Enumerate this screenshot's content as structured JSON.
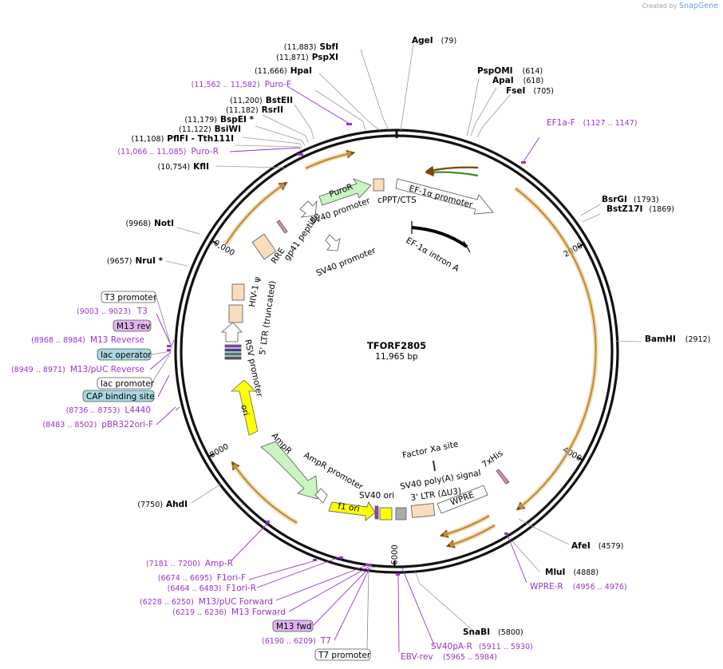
{
  "brand": {
    "prefix": "Created by",
    "name": "SnapGene"
  },
  "plasmid": {
    "name": "TFORF2805",
    "size": "11,965 bp"
  },
  "ticks": [
    {
      "label": "2000",
      "pos": 2000
    },
    {
      "label": "4000",
      "pos": 4000
    },
    {
      "label": "6000",
      "pos": 6000
    },
    {
      "label": "8000",
      "pos": 8000
    },
    {
      "label": "10,000",
      "pos": 10000
    }
  ],
  "enzymes": [
    {
      "name": "SbfI",
      "pos": "(11,883)"
    },
    {
      "name": "AgeI",
      "pos": "(79)"
    },
    {
      "name": "PspXI",
      "pos": "(11,871)"
    },
    {
      "name": "HpaI",
      "pos": "(11,666)"
    },
    {
      "name": "PspOMI",
      "pos": "(614)"
    },
    {
      "name": "ApaI",
      "pos": "(618)"
    },
    {
      "name": "FseI",
      "pos": "(705)"
    },
    {
      "name": "BstEII",
      "pos": "(11,200)"
    },
    {
      "name": "RsrII",
      "pos": "(11,182)"
    },
    {
      "name": "BspEI *",
      "pos": "(11,179)"
    },
    {
      "name": "BsiWI",
      "pos": "(11,122)"
    },
    {
      "name": "PflFI - Tth111I",
      "pos": "(11,108)"
    },
    {
      "name": "KflI",
      "pos": "(10,754)"
    },
    {
      "name": "BsrGI",
      "pos": "(1793)"
    },
    {
      "name": "BstZ17I",
      "pos": "(1869)"
    },
    {
      "name": "NotI",
      "pos": "(9968)"
    },
    {
      "name": "NruI *",
      "pos": "(9657)"
    },
    {
      "name": "BamHI",
      "pos": "(2912)"
    },
    {
      "name": "AhdI",
      "pos": "(7750)"
    },
    {
      "name": "AfeI",
      "pos": "(4579)"
    },
    {
      "name": "MluI",
      "pos": "(4888)"
    },
    {
      "name": "SnaBI",
      "pos": "(5800)"
    }
  ],
  "primers": [
    {
      "name": "Puro-F",
      "pos": "(11,562 .. 11,582)"
    },
    {
      "name": "Puro-R",
      "pos": "(11,066 .. 11,085)"
    },
    {
      "name": "EF1a-F",
      "pos": "(1127 .. 1147)"
    },
    {
      "name": "T3",
      "pos": "(9003 .. 9023)"
    },
    {
      "name": "M13 Reverse",
      "pos": "(8968 .. 8984)"
    },
    {
      "name": "M13/pUC Reverse",
      "pos": "(8949 .. 8971)"
    },
    {
      "name": "L4440",
      "pos": "(8736 .. 8753)"
    },
    {
      "name": "pBR322ori-F",
      "pos": "(8483 .. 8502)"
    },
    {
      "name": "Amp-R",
      "pos": "(7181 .. 7200)"
    },
    {
      "name": "F1ori-F",
      "pos": "(6674 .. 6695)"
    },
    {
      "name": "F1ori-R",
      "pos": "(6464 .. 6483)"
    },
    {
      "name": "M13/pUC Forward",
      "pos": "(6228 .. 6250)"
    },
    {
      "name": "M13 Forward",
      "pos": "(6219 .. 6236)"
    },
    {
      "name": "T7",
      "pos": "(6190 .. 6209)"
    },
    {
      "name": "EBV-rev",
      "pos": "(5965 .. 5984)"
    },
    {
      "name": "SV40pA-R",
      "pos": "(5911 .. 5930)"
    },
    {
      "name": "WPRE-R",
      "pos": "(4956 .. 4976)"
    }
  ],
  "boxed": {
    "t3_promoter": "T3 promoter",
    "m13_rev": "M13 rev",
    "lac_operator": "lac operator",
    "lac_promoter": "lac promoter",
    "cap_site": "CAP binding site",
    "m13_fwd": "M13 fwd",
    "t7_promoter": "T7 promoter"
  },
  "features": {
    "puror": "PuroR",
    "sv40_promoter_1": "SV40 promoter",
    "cppt": "cPPT/CTS",
    "ef1a_promoter": "EF-1α promoter",
    "ef1a_intron": "EF-1α intron A",
    "sv40_promoter_2": "SV40 promoter",
    "gp41": "gp41 peptide",
    "rre": "RRE",
    "hiv_psi": "HIV-1 ψ",
    "ltr5": "5' LTR (truncated)",
    "rsv": "RSV promoter",
    "ori": "ori",
    "ampr": "AmpR",
    "ampr_promoter": "AmpR promoter",
    "f1_ori": "f1 ori",
    "sv40_ori": "SV40 ori",
    "factor_xa": "Factor Xa site",
    "sv40_polya": "SV40 poly(A) signal",
    "ltr3": "3' LTR (ΔU3)",
    "wpre": "WPRE",
    "his": "7xHis"
  },
  "colors": {
    "orf": "#e8a33a",
    "puror_fill": "#c8f5c0",
    "ampr_fill": "#c8f5c0",
    "ori_fill": "#ffff00",
    "ltr_fill": "#fbdcbb",
    "primer": "#9933cc",
    "box_purple": "#e0b3f0",
    "box_teal": "#a6d8e0"
  }
}
